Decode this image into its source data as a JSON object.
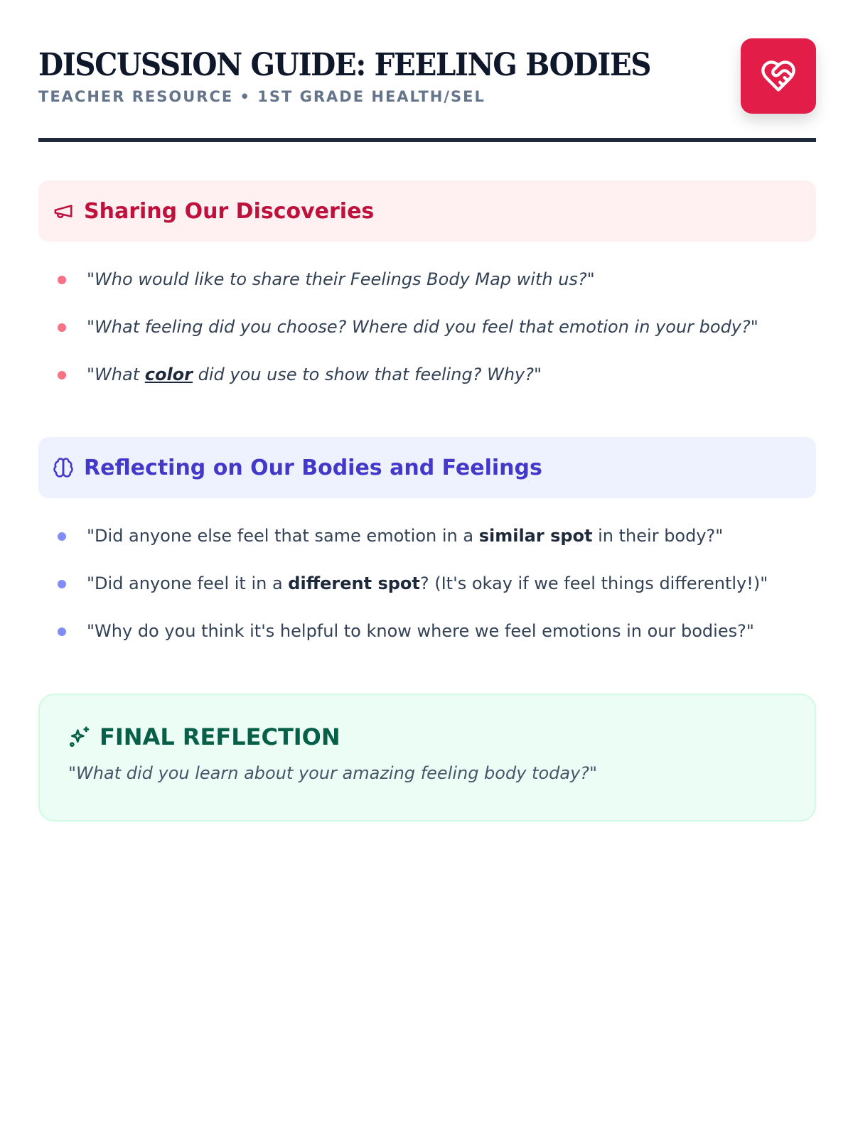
{
  "header": {
    "title": "DISCUSSION GUIDE: FEELING BODIES",
    "subtitle": "TEACHER RESOURCE • 1ST GRADE HEALTH/SEL",
    "logo_icon": "heart-handshake-icon",
    "accent": "#e11d48"
  },
  "sharing": {
    "icon": "megaphone-icon",
    "title": "Sharing Our Discoveries",
    "items": [
      {
        "text": "\"Who would like to share their Feelings Body Map with us?\""
      },
      {
        "text": "\"What feeling did you choose? Where did you feel that emotion in your body?\""
      },
      {
        "pre": "\"What ",
        "em": "color",
        "post": " did you use to show that feeling? Why?\""
      }
    ]
  },
  "reflecting": {
    "icon": "brain-icon",
    "title": "Reflecting on Our Bodies and Feelings",
    "items": [
      {
        "pre": "\"Did anyone else feel that same emotion in a ",
        "em": "similar spot",
        "post": " in their body?\""
      },
      {
        "pre": "\"Did anyone feel it in a ",
        "em": "different spot",
        "post": "? (It's okay if we feel things differently!)\""
      },
      {
        "text": "\"Why do you think it's helpful to know where we feel emotions in our bodies?\""
      }
    ]
  },
  "final": {
    "icon": "sparkles-icon",
    "title": "FINAL REFLECTION",
    "question": "\"What did you learn about your amazing feeling body today?\""
  }
}
